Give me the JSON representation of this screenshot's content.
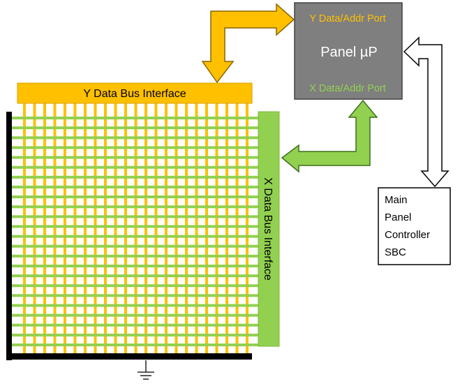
{
  "diagram": {
    "y_bus_label": "Y Data Bus Interface",
    "x_bus_label": "X Data Bus Interface",
    "panel_up": {
      "title": "Panel µP",
      "y_port": "Y Data/Addr Port",
      "x_port": "X Data/Addr Port"
    },
    "main_controller": {
      "lines": [
        "Main",
        "Panel",
        "Controller",
        "SBC"
      ]
    },
    "grid": {
      "vertical_lines": 23,
      "horizontal_lines": 24
    },
    "colors": {
      "y_bus": "#ffc000",
      "x_bus": "#92d050",
      "processor_fill": "#7f7f7f",
      "processor_title": "#ffffff",
      "frame": "#000000",
      "controller_border": "#000000"
    }
  }
}
